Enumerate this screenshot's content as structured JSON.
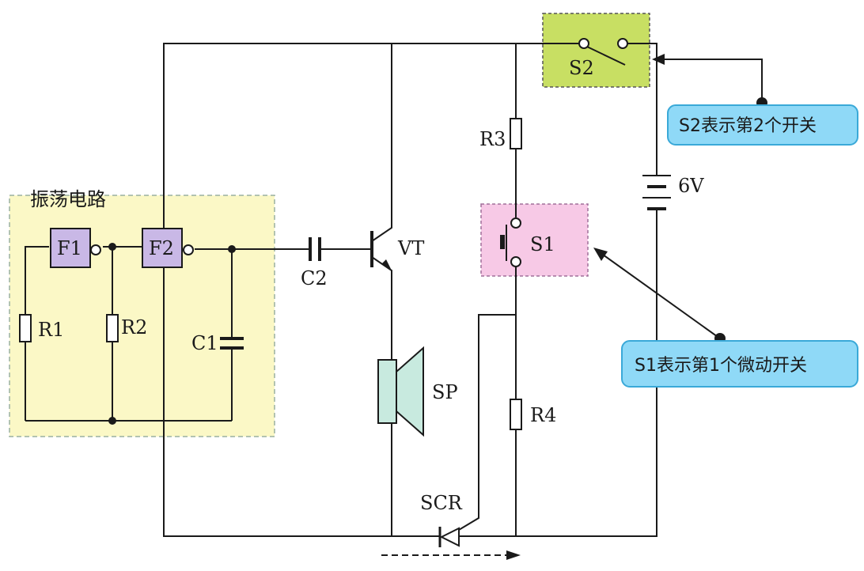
{
  "section_title": "振荡电路",
  "components": {
    "F1": "F1",
    "F2": "F2",
    "R1": "R1",
    "R2": "R2",
    "C1": "C1",
    "C2": "C2",
    "VT": "VT",
    "SP": "SP",
    "R3": "R3",
    "S1": "S1",
    "S2": "S2",
    "R4": "R4",
    "SCR": "SCR",
    "battery": "6V"
  },
  "callouts": {
    "s2_note": "S2表示第2个开关",
    "s1_note": "S1表示第1个微动开关"
  },
  "colors": {
    "oscillator_fill": "#fbf8c6",
    "gate_fill": "#c9b8e6",
    "s2_fill": "#c8df63",
    "s1_fill": "#f7c9e6",
    "speaker_fill": "#c8eadf",
    "callout_fill": "#8fd9f7",
    "callout_border": "#3aa9d8"
  }
}
